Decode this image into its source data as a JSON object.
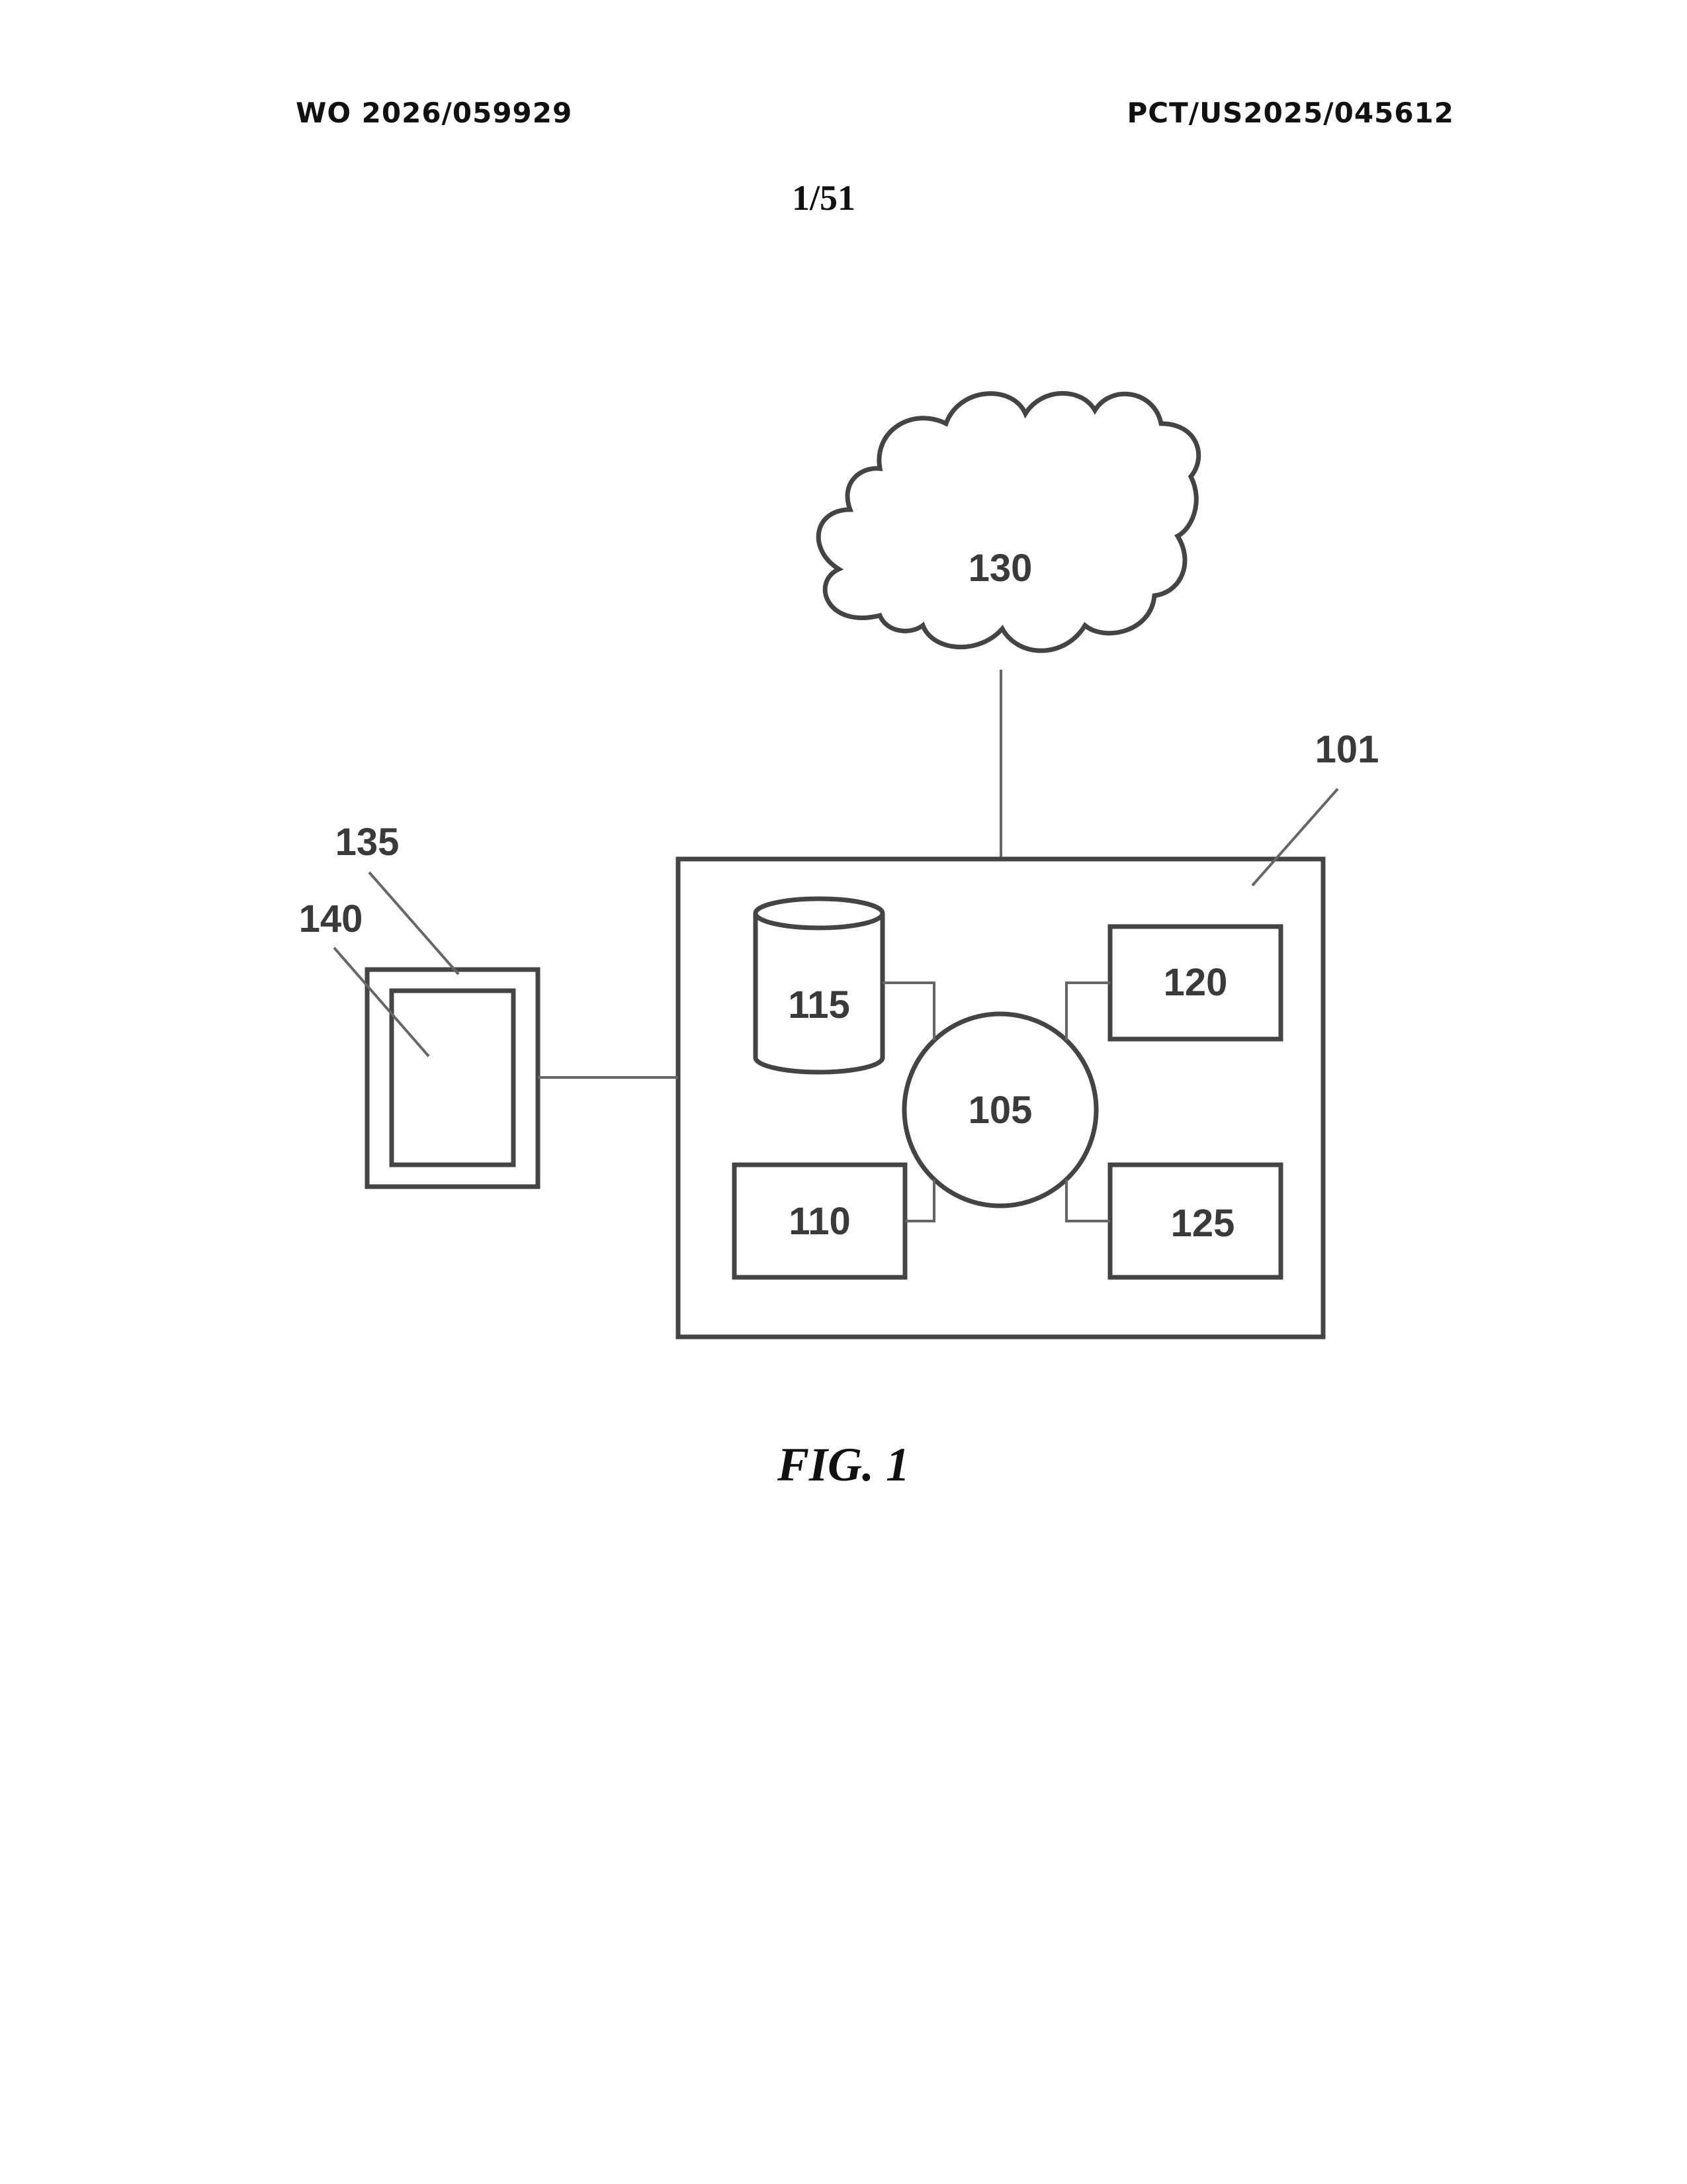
{
  "header": {
    "publication_number": "WO 2026/059929",
    "application_number": "PCT/US2025/045612"
  },
  "sheet": "1/51",
  "figure": {
    "caption": "FIG. 1",
    "labels": {
      "system": "101",
      "processor": "105",
      "component_110": "110",
      "database": "115",
      "component_120": "120",
      "component_125": "125",
      "network": "130",
      "device": "135",
      "display": "140"
    }
  }
}
